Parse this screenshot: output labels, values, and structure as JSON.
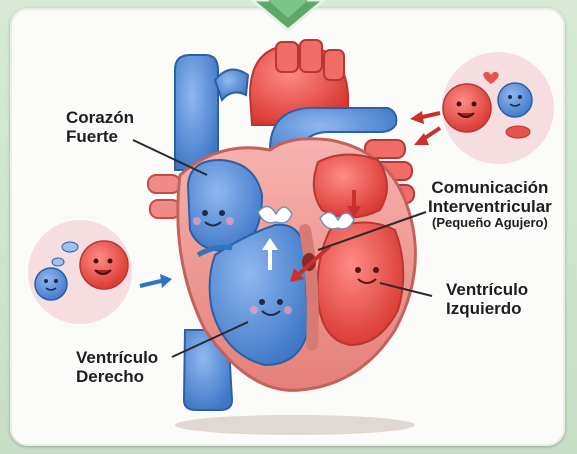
{
  "labels": {
    "strong_heart": [
      "Corazón",
      "Fuerte"
    ],
    "vsd": [
      "Comunicación",
      "Interventricular",
      "(Pequeño Agujero)"
    ],
    "left_ventricle": [
      "Ventrículo",
      "Izquierdo"
    ],
    "right_ventricle": [
      "Ventrículo",
      "Derecho"
    ]
  },
  "colors": {
    "background": "#cfe3cf",
    "panel": "#fbfbf9",
    "blue_side": "#5b8fd6",
    "red_side": "#e8524e",
    "muscle": "#f4a3a0",
    "arrow_red": "#c9302c",
    "arrow_blue": "#2f74c0"
  },
  "icons": [
    "heart-icon",
    "red-blood-cell-character",
    "blue-blood-cell-character",
    "chevron-down-icon"
  ]
}
